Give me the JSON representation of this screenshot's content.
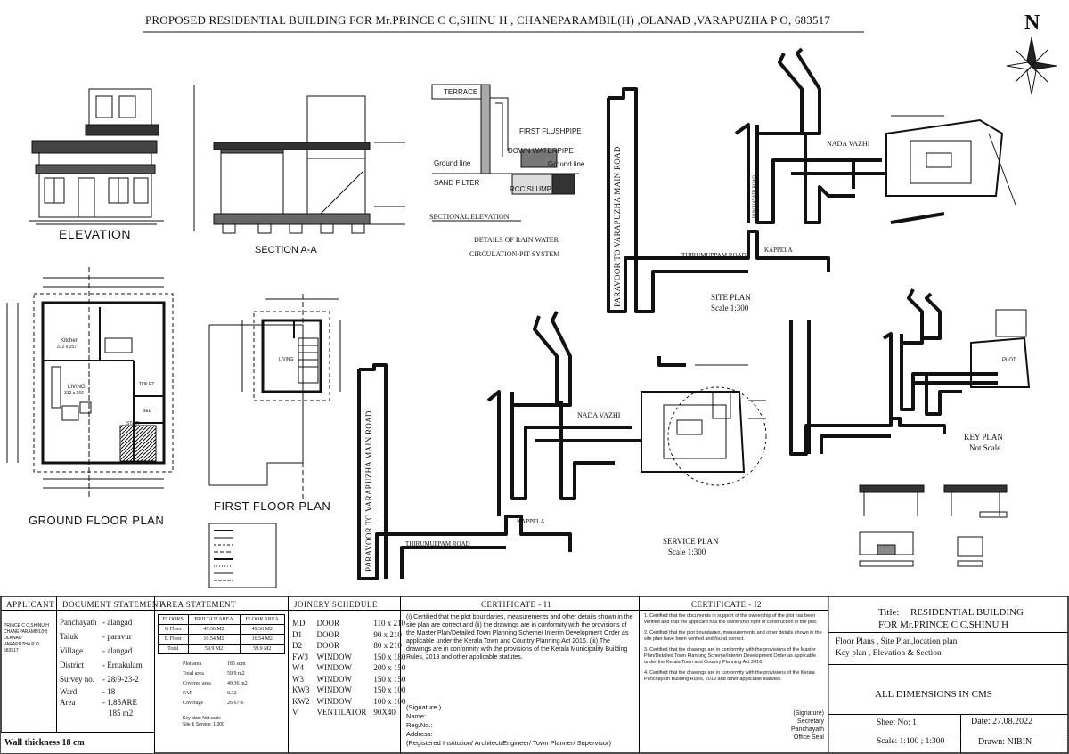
{
  "header": {
    "title": "PROPOSED RESIDENTIAL BUILDING FOR Mr.PRINCE C C,SHINU H , CHANEPARAMBIL(H) ,OLANAD ,VARAPUZHA P O, 683517",
    "north": "N"
  },
  "drawings": {
    "elevation": "ELEVATION",
    "section": "SECTION A-A",
    "sectional_elevation": "SECTIONAL ELEVATION",
    "rain_title_1": "DETAILS OF RAIN WATER",
    "rain_title_2": "CIRCULATION-PIT SYSTEM",
    "rain_terrace": "TERRACE",
    "rain_first_flush": "FIRST FLUSHPIPE",
    "rain_down_water": "DOWN WATERPIPE",
    "rain_ground_left": "Ground line",
    "rain_ground_right": "Ground line",
    "rain_sand_filter": "SAND FILTER",
    "rain_rcc_slump": "RCC SLUMP",
    "ground_floor": "GROUND FLOOR PLAN",
    "first_floor": "FIRST FLOOR PLAN",
    "kitchen": "Kitchen",
    "kitchen_size": "312 x 257",
    "living": "LIVING",
    "living_size": "312 x 366",
    "toilet": "TOILET",
    "bed": "BED",
    "stair": "STAIR",
    "ff_living": "LIVING",
    "site_plan": "SITE PLAN",
    "site_scale": "Scale 1:300",
    "service_plan": "SERVICE PLAN",
    "service_scale": "Scale 1:300",
    "key_plan": "KEY PLAN",
    "key_scale": "Not Scale",
    "main_road": "PARAVOOR TO VARAPUZHA MAIN ROAD",
    "road_thirumuppam": "THIRUMUPPAM ROAD",
    "road_nada_vazhi": "NADA VAZHI",
    "kappela": "KAPPELA",
    "panchayath_road": "PANCHAYATH ROAD",
    "plot": "PLOT",
    "road_thirumuppam_2": "THIRUMUPPAM ROAD",
    "road_nada_vazhi_2": "NADA VAZHI",
    "kappela_2": "KAPPELA",
    "main_road_2": "PARAVOOR TO VARAPUZHA MAIN ROAD"
  },
  "title_block": {
    "applicant_head": "APPLICANT",
    "applicant_lines": [
      "PRINCE C C,SHINU H",
      "CHANEPARAMBIL(H)",
      "OLANAD",
      "VARAPUZHA P O",
      "683517"
    ],
    "doc_head": "DOCUMENT STATEMENT",
    "doc_rows": [
      {
        "k": "Panchayath",
        "v": "alangad"
      },
      {
        "k": "Taluk",
        "v": "paravur"
      },
      {
        "k": "Village",
        "v": "alangad"
      },
      {
        "k": "District",
        "v": "Ernakulam"
      },
      {
        "k": "Survey no.",
        "v": "28/9-23-2"
      },
      {
        "k": "Ward",
        "v": "18"
      },
      {
        "k": "Area",
        "v": "1.85ARE"
      },
      {
        "k": "",
        "v": "185 m2"
      }
    ],
    "wall_thickness": "Wall thickness 18 cm",
    "area_head": "AREA STATEMENT",
    "area_cols": [
      "FLOORS",
      "BUILT-UP AREA",
      "FLOOR AREA"
    ],
    "area_rows": [
      [
        "G Floor",
        "49.36 M2",
        "49.36 M2"
      ],
      [
        "F. Floor",
        "10.54 M2",
        "10.54 M2"
      ],
      [
        "Total",
        "59.9 M2",
        "59.9 M2"
      ]
    ],
    "area_summary": [
      {
        "k": "Plot area",
        "v": "185 sqm"
      },
      {
        "k": "Total area",
        "v": "59.9 m2"
      },
      {
        "k": "Covered area",
        "v": "49.36 m2"
      },
      {
        "k": "FAR",
        "v": "0.32"
      },
      {
        "k": "Coverage",
        "v": "26.67%"
      }
    ],
    "area_note_1": "Key plan: Not scale",
    "area_note_2": "Site & Service: 1:300",
    "joinery_head": "JOINERY SCHEDULE",
    "joinery": [
      [
        "MD",
        "DOOR",
        "110 x 210"
      ],
      [
        "D1",
        "DOOR",
        "90 x 210"
      ],
      [
        "D2",
        "DOOR",
        "80 x 210"
      ],
      [
        "FW3",
        "WINDOW",
        "150 x 180"
      ],
      [
        "W4",
        "WINDOW",
        "200 x 150"
      ],
      [
        "W3",
        "WINDOW",
        "150 x 150"
      ],
      [
        "KW3",
        "WINDOW",
        "150 x 100"
      ],
      [
        "KW2",
        "WINDOW",
        "100 x 100"
      ],
      [
        "V",
        "VENTILATOR",
        "90X40"
      ]
    ],
    "cert1_head": "CERTIFICATE - I1",
    "cert1_text": "(i) Certified that the plot boundaries, measurements and other details shown in the site plan are correct and (ii) the drawings are in conformity with the provisions of the Master Plan/Detailed Town Planning Scheme/ Interim Development Order as applicable under the Kerala Town and Country Planning Act 2016. (iii) The drawings are in conformity with the provisions of the Kerala Municipality Building Rules, 2019 and other applicable statutes.",
    "cert1_sig": "(Signature )",
    "cert1_name": "Name:",
    "cert1_reg": "Reg.No.:",
    "cert1_addr": "Address:",
    "cert1_role": "(Registered Institution/ Architect/Engineer/ Town Planner/ Supervisor)",
    "cert2_head": "CERTIFICATE - I2",
    "cert2_p1": "1. Certified that the documents in support of the ownership of the plot has been verified and that the applicant has the ownership right of construction in the plot.",
    "cert2_p2": "2. Certified that the plot boundaries, measurements and other details shown in the site plan have been verified and found correct.",
    "cert2_p3": "3. Certified that the drawings are in conformity with the provisions of the Master Plan/Detailed Town Planning Scheme/Interim Development Order as applicable under the Kerala Town and Country Planning Act 2016.",
    "cert2_p4": "4. Certified that the drawings are in conformity with the provisions of the Kerala Panchayath Building Rules, 2019 and other applicable statutes.",
    "cert2_sig": "(Signature)",
    "cert2_sec_1": "Secretary",
    "cert2_sec_2": "Panchayath",
    "cert2_sec_3": "Office Seal",
    "title_label": "Title:",
    "title_value_1": "RESIDENTIAL BUILDING",
    "title_value_2": "FOR Mr.PRINCE C C,SHINU H",
    "contents_1": "Floor Plans , Site Plan,location plan",
    "contents_2": "Key plan , Elevation & Section",
    "dims": "ALL DIMENSIONS IN CMS",
    "sheet": "Sheet No: 1",
    "date": "Date: 27.08.2022",
    "scale": "Scale: 1:100 ; 1:300",
    "drawn": "Drawn: NIBIN"
  }
}
